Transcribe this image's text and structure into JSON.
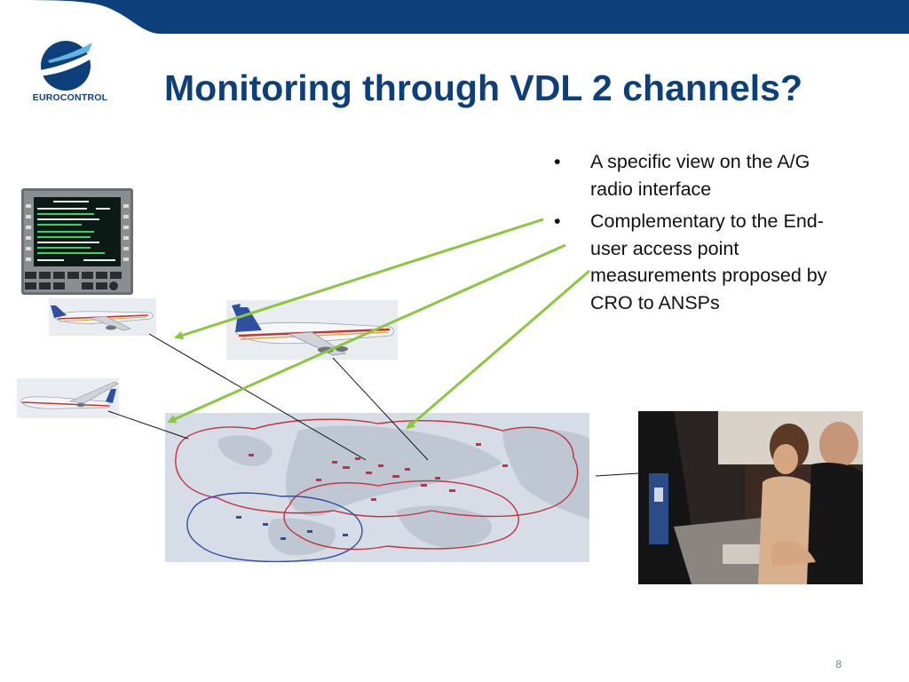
{
  "logo": {
    "text": "EUROCONTROL",
    "icon": "eurocontrol-logo"
  },
  "slide": {
    "title": "Monitoring through VDL 2 channels?",
    "page_number": "8"
  },
  "bullets": [
    {
      "marker": "•",
      "text": "A specific view on the A/G radio interface"
    },
    {
      "marker": "•",
      "text": "Complementary to the End-user access point measurements proposed by CRO to ANSPs"
    }
  ],
  "colors": {
    "brand_blue": "#0d3f7a",
    "arrow_green": "#8cc63f",
    "coverage_red": "#c0333f",
    "coverage_blue": "#2f4fa0"
  },
  "images": [
    "mcdu-display-image",
    "aircraft-image",
    "aircraft-image",
    "aircraft-image",
    "europe-coverage-map-image",
    "air-traffic-controllers-photo"
  ]
}
